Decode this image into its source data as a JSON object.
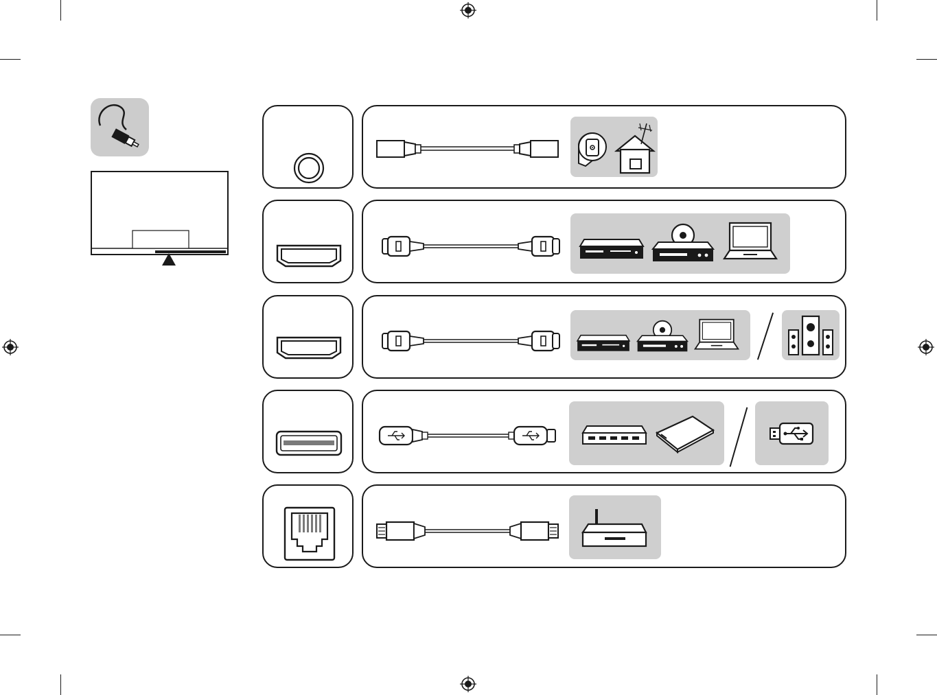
{
  "colors": {
    "line": "#1a1a1a",
    "panel": "#cfcfcf",
    "port_tile": "#cccccc",
    "background": "#ffffff"
  },
  "rows": [
    {
      "port": "antenna-coax-port",
      "cable": "coaxial-cable",
      "devices": [
        "wall-outlet-icon",
        "house-antenna-icon"
      ]
    },
    {
      "port": "hdmi-port",
      "cable": "hdmi-cable",
      "devices": [
        "set-top-box-icon",
        "disc-player-icon",
        "laptop-icon"
      ]
    },
    {
      "port": "hdmi-port",
      "cable": "hdmi-cable",
      "devices": [
        "set-top-box-icon",
        "disc-player-icon",
        "laptop-icon"
      ],
      "alt_devices": [
        "speaker-system-icon"
      ]
    },
    {
      "port": "usb-port",
      "cable": "usb-cable",
      "devices": [
        "usb-hub-icon",
        "external-hdd-icon"
      ],
      "alt_devices": [
        "usb-flash-drive-icon"
      ]
    },
    {
      "port": "lan-port",
      "cable": "lan-cable",
      "devices": [
        "router-icon"
      ]
    }
  ],
  "header_icon": "cable-connection-icon",
  "tv_diagram": "tv-rear-ports-location"
}
